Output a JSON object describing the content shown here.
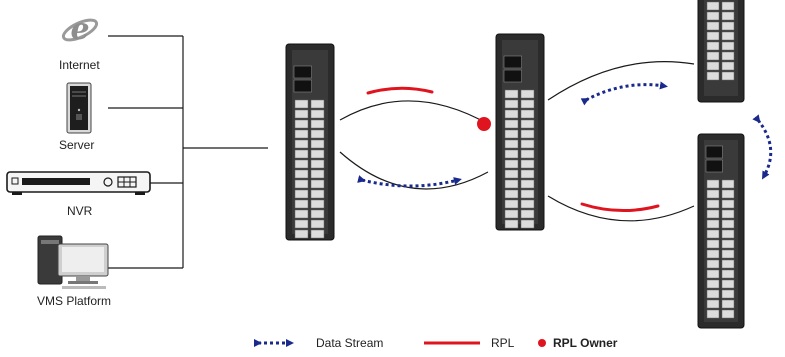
{
  "devices": {
    "internet": "Internet",
    "server": "Server",
    "nvr": "NVR",
    "vms": "VMS Platform"
  },
  "legend": {
    "data_stream": "Data Stream",
    "rpl": "RPL",
    "rpl_owner": "RPL Owner"
  },
  "colors": {
    "rpl": "#e0141e",
    "data_stream": "#1a2a8c",
    "line": "#1a1a1a",
    "switch_body": "#2b2b2b"
  }
}
